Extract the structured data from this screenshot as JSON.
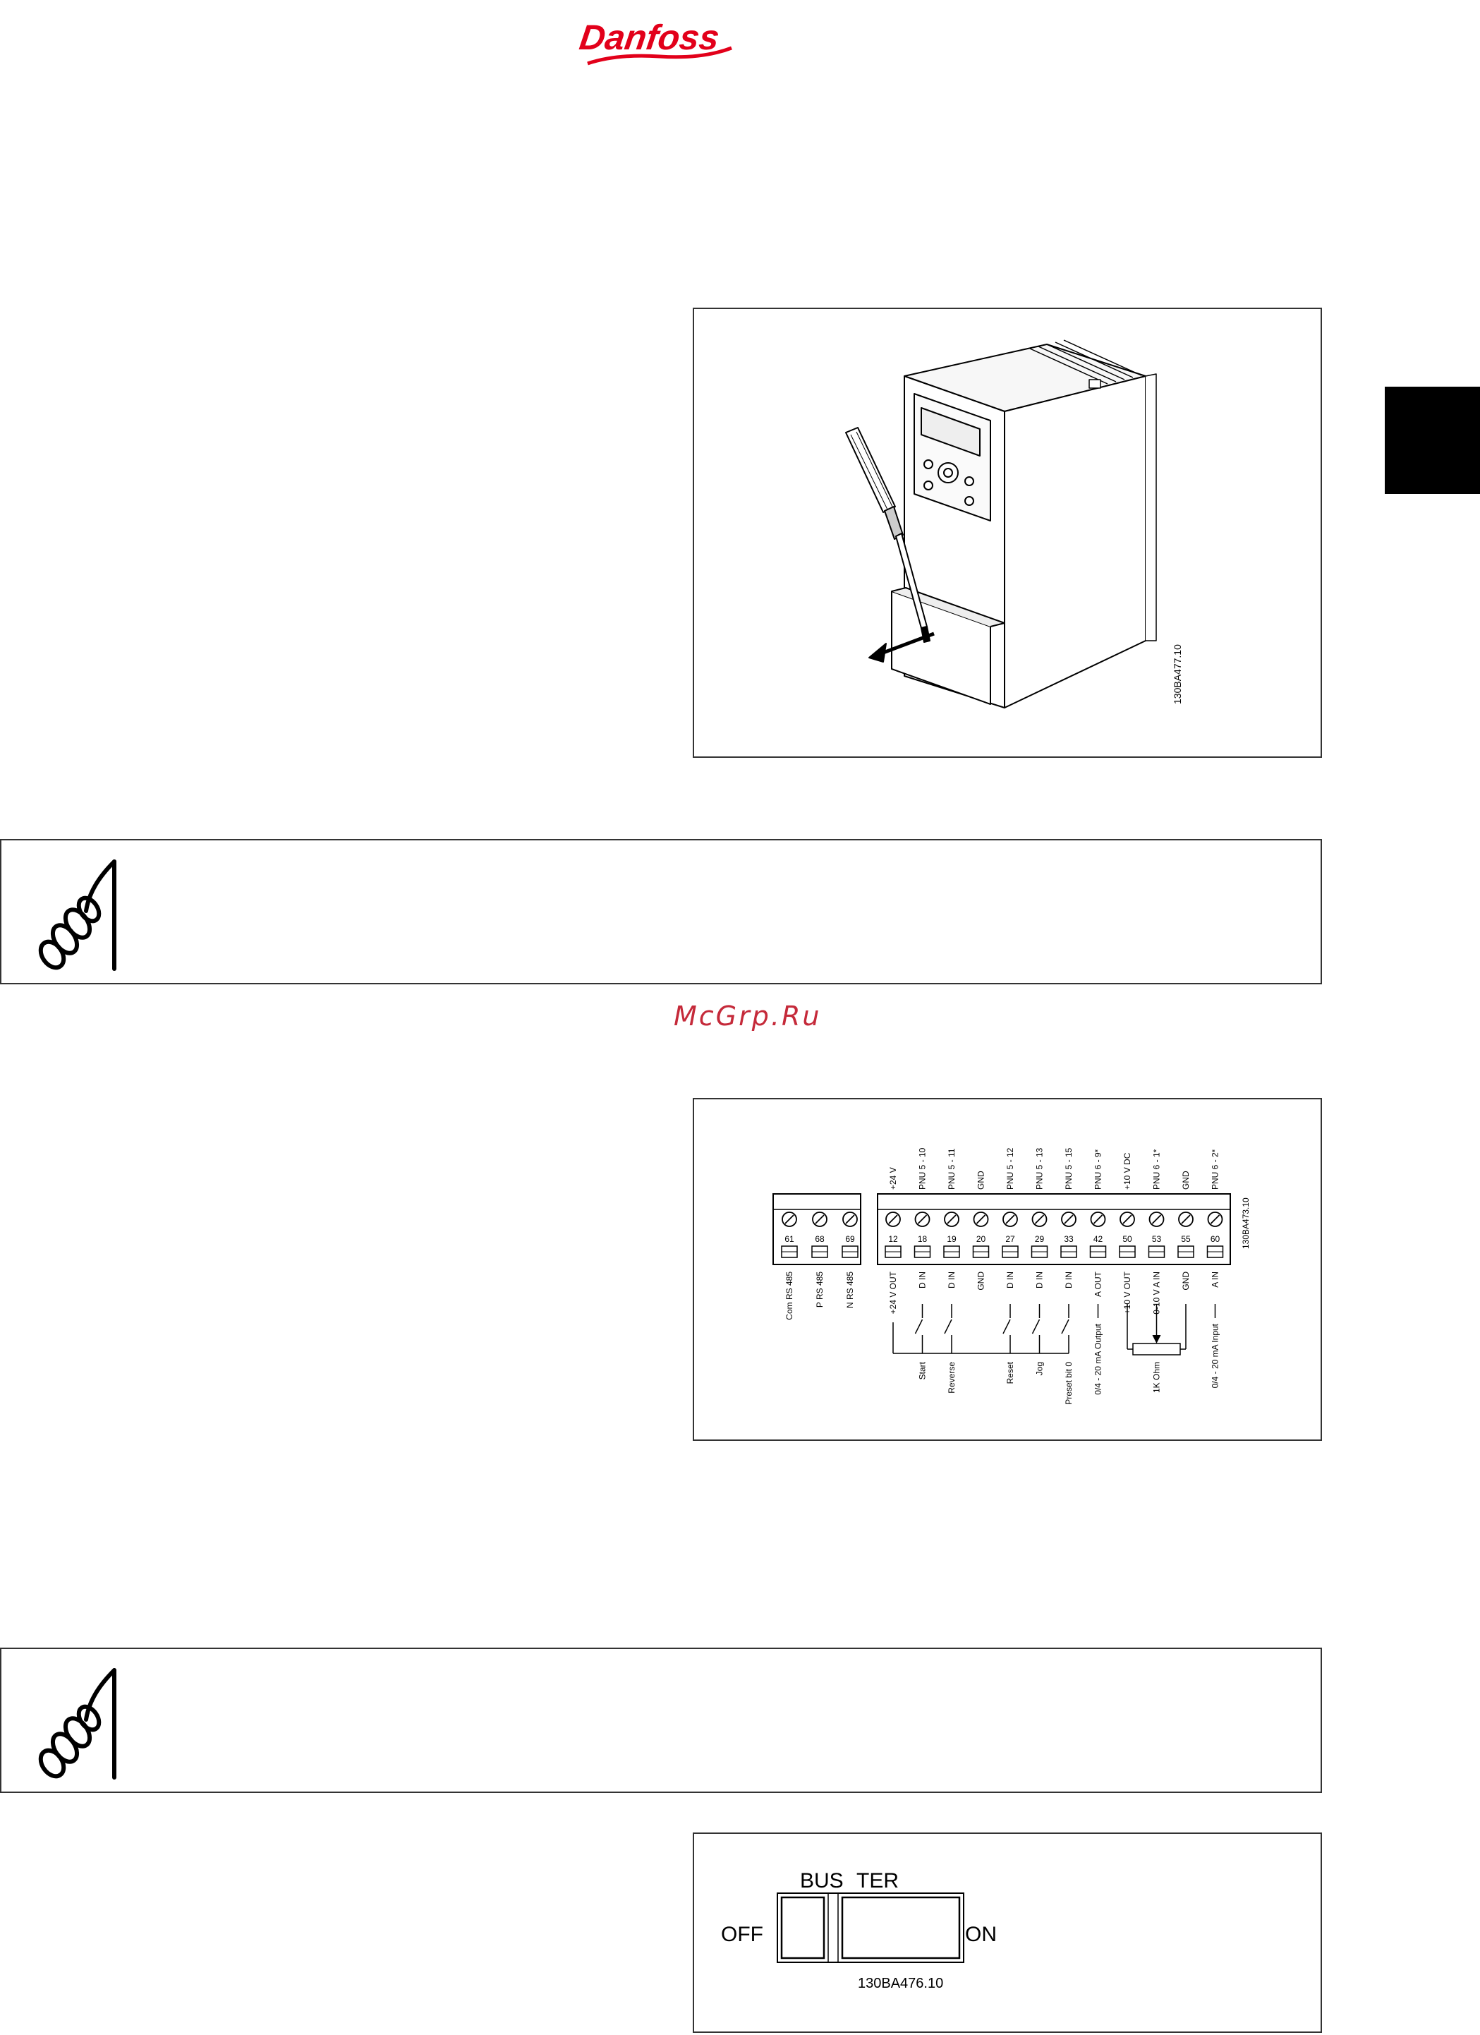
{
  "brand": {
    "logo_text": "Danfoss",
    "logo_color": "#e2001a"
  },
  "watermark": "McGrp.Ru",
  "figure1": {
    "code": "130BA477.10"
  },
  "figure2": {
    "code": "130BA473.10",
    "rs485_terminals": [
      {
        "number": "61",
        "label": "Com RS 485"
      },
      {
        "number": "68",
        "label": "P RS 485"
      },
      {
        "number": "69",
        "label": "N RS 485"
      }
    ],
    "terminals": [
      {
        "number": "12",
        "param": "+24 V",
        "type": "+24 V OUT",
        "function": ""
      },
      {
        "number": "18",
        "param": "PNU 5 - 10",
        "type": "D IN",
        "function": "Start"
      },
      {
        "number": "19",
        "param": "PNU 5 - 11",
        "type": "D IN",
        "function": "Reverse"
      },
      {
        "number": "20",
        "param": "GND",
        "type": "GND",
        "function": ""
      },
      {
        "number": "27",
        "param": "PNU 5 - 12",
        "type": "D IN",
        "function": "Reset"
      },
      {
        "number": "29",
        "param": "PNU 5 - 13",
        "type": "D IN",
        "function": "Jog"
      },
      {
        "number": "33",
        "param": "PNU 5 - 15",
        "type": "D IN",
        "function": "Preset bit 0"
      },
      {
        "number": "42",
        "param": "PNU 6 - 9*",
        "type": "A OUT",
        "function": "0/4 - 20 mA Output"
      },
      {
        "number": "50",
        "param": "+10 V DC",
        "type": "+10 V OUT",
        "function": ""
      },
      {
        "number": "53",
        "param": "PNU 6 - 1*",
        "type": "0-10 V A IN",
        "function": "1K Ohm"
      },
      {
        "number": "55",
        "param": "GND",
        "type": "GND",
        "function": ""
      },
      {
        "number": "60",
        "param": "PNU 6 - 2*",
        "type": "A IN",
        "function": "0/4 - 20 mA Input"
      }
    ]
  },
  "figure3": {
    "label_bus": "BUS",
    "label_ter": "TER",
    "label_off": "OFF",
    "label_on": "ON",
    "code": "130BA476.10"
  }
}
